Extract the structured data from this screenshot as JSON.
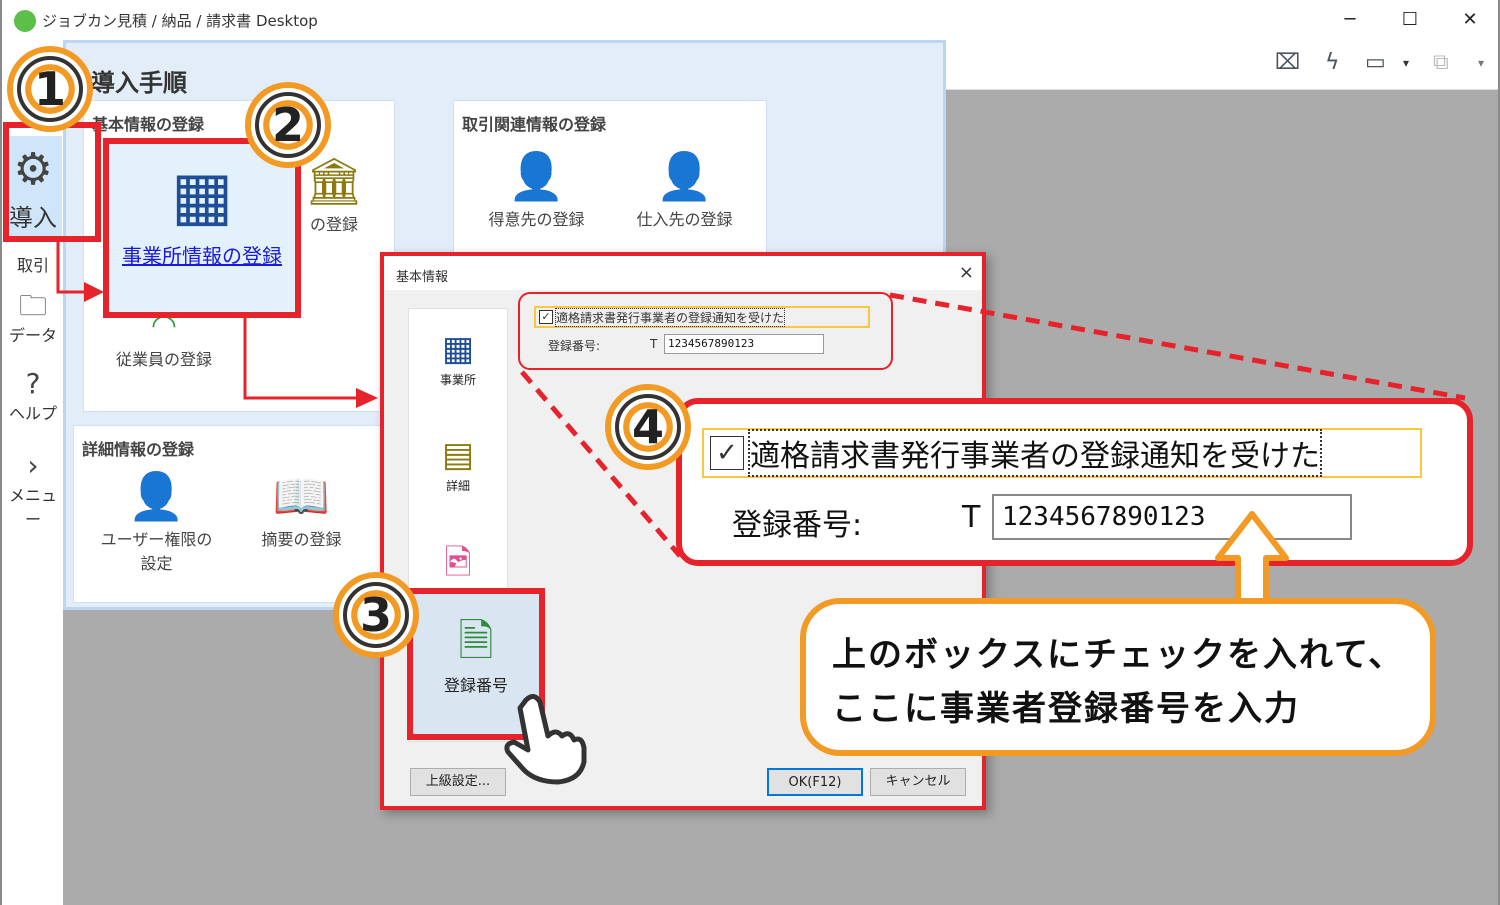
{
  "window": {
    "title": "ジョブカン見積 / 納品 / 請求書 Desktop",
    "minimize": "─",
    "maximize": "☐",
    "close": "✕"
  },
  "toolbar": {
    "icons": [
      "bookmark-icon",
      "lightning-icon",
      "window-icon",
      "excel-icon"
    ],
    "dropdown": "▾"
  },
  "sidebar": {
    "items": [
      {
        "label": "導入",
        "icon": "gear-icon"
      },
      {
        "label": "取引"
      },
      {
        "label": "データ",
        "icon": "folder-icon"
      },
      {
        "label": "ヘルプ",
        "icon": "help-icon"
      },
      {
        "label": "メニュー",
        "icon": "chevron-right-icon"
      }
    ]
  },
  "panel": {
    "title": "導入手順",
    "basic": {
      "title": "基本情報の登録",
      "items": [
        "事業所情報の登録",
        "の登録",
        "従業員の登録"
      ]
    },
    "trade": {
      "title": "取引関連情報の登録",
      "items": [
        "得意先の登録",
        "仕入先の登録"
      ]
    },
    "detail": {
      "title": "詳細情報の登録",
      "items": [
        "ユーザー権限の設定",
        "摘要の登録"
      ]
    }
  },
  "dialog": {
    "title": "基本情報",
    "close": "×",
    "nav": [
      "事業所",
      "詳細",
      "登録番号"
    ],
    "checkbox_label": "適格請求書発行事業者の登録通知を受けた",
    "checkbox_checked": true,
    "reg_label": "登録番号:",
    "reg_prefix": "T",
    "reg_value": "1234567890123",
    "advanced": "上級設定...",
    "ok": "OK(F12)",
    "cancel": "キャンセル"
  },
  "annotations": {
    "steps": [
      "1",
      "2",
      "3",
      "4"
    ],
    "bubble_line1": "上のボックスにチェックを入れて、",
    "bubble_line2": "ここに事業者登録番号を入力"
  },
  "colors": {
    "highlight": "#e6222a",
    "accent": "#f39a25",
    "link": "#1a1adc"
  }
}
